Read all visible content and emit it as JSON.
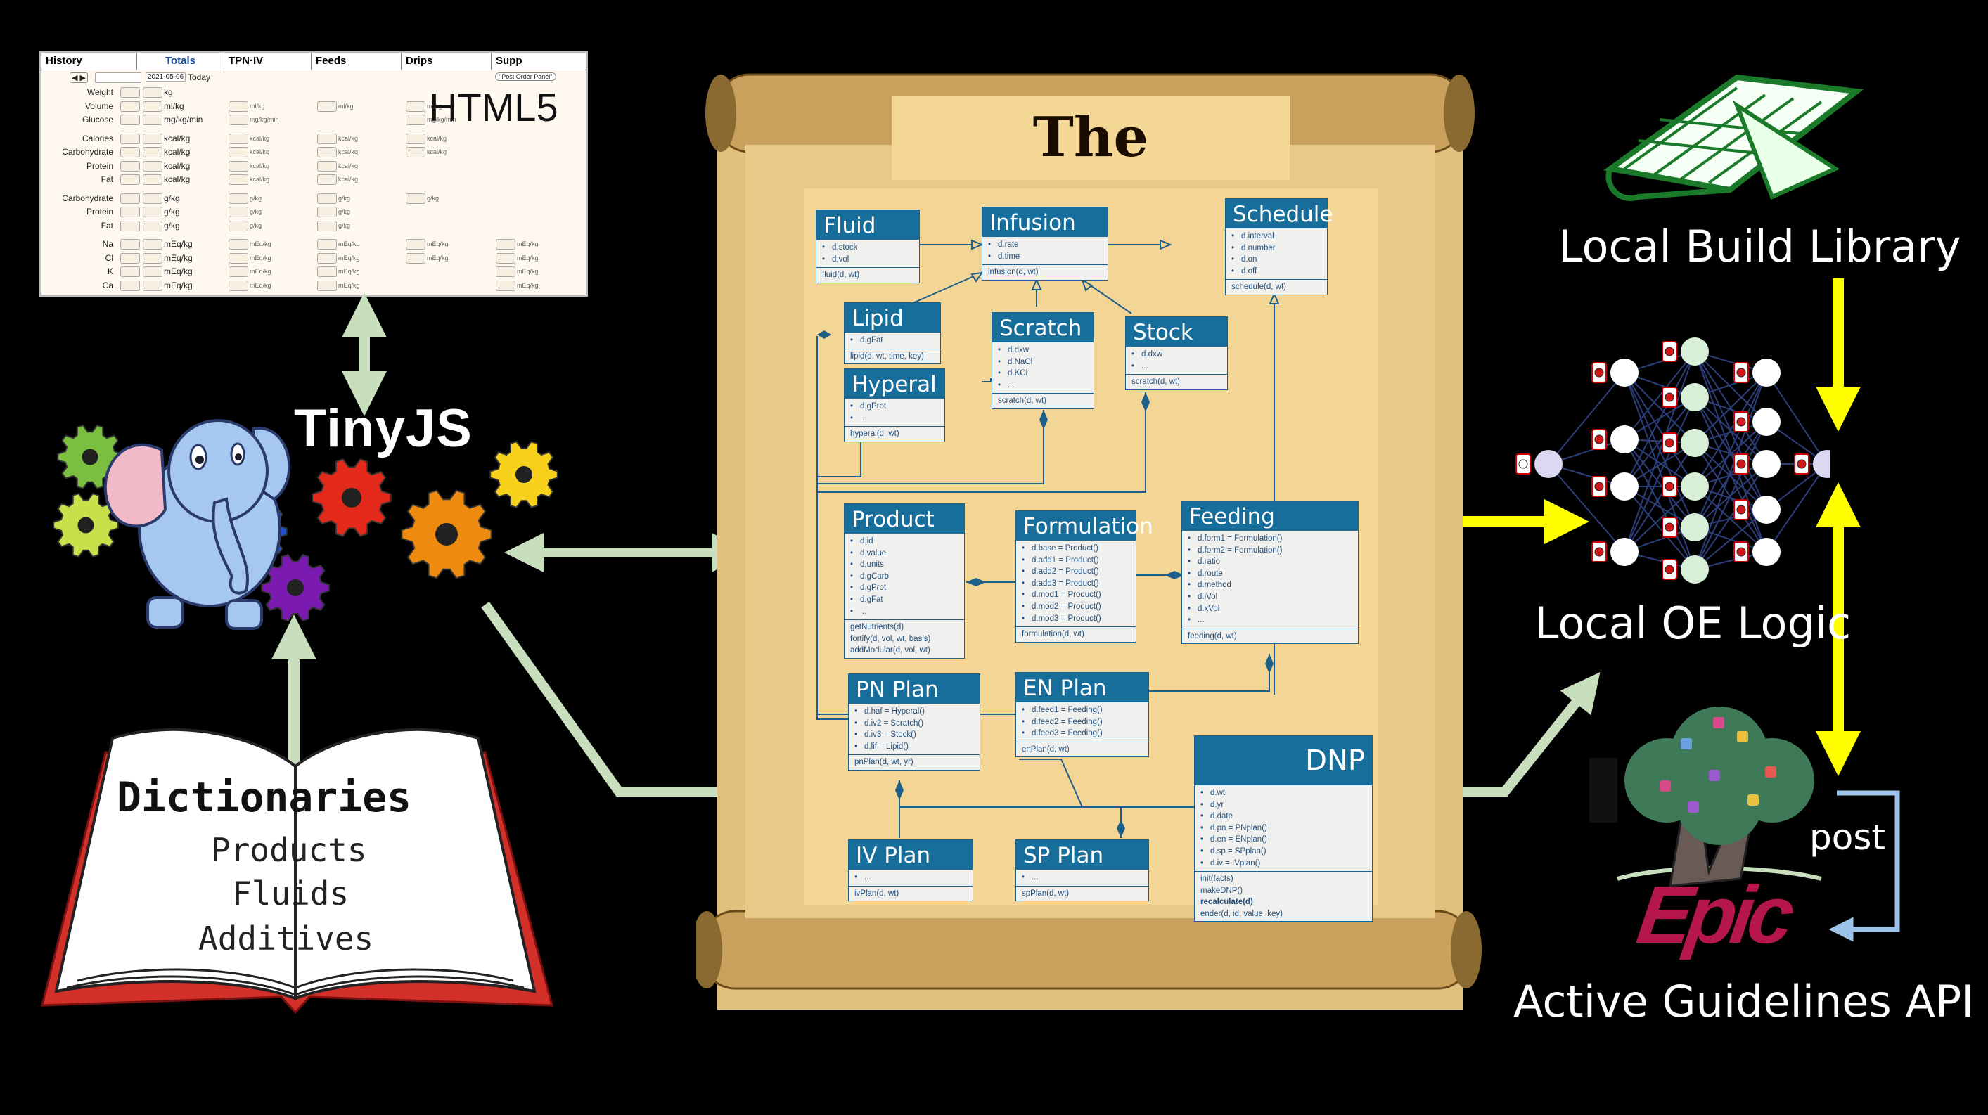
{
  "form": {
    "tabs": [
      "History",
      "Totals",
      "TPN·IV",
      "Feeds",
      "Drips",
      "Supp"
    ],
    "date": "2021-05-06",
    "today": "Today",
    "post_button": "\"Post Order Panel\"",
    "rows": [
      {
        "label": "Weight",
        "unit": "kg"
      },
      {
        "label": "Volume",
        "unit": "ml/kg",
        "tpn": "ml/kg",
        "feeds": "ml/kg",
        "drips": "ml/kg"
      },
      {
        "label": "Glucose",
        "unit": "mg/kg/min",
        "tpn": "mg/kg/min",
        "drips": "mg/kg/min"
      },
      {
        "label": "Calories",
        "unit": "kcal/kg",
        "tpn": "kcal/kg",
        "feeds": "kcal/kg",
        "drips": "kcal/kg"
      },
      {
        "label": "Carbohydrate",
        "unit": "kcal/kg",
        "tpn": "kcal/kg",
        "feeds": "kcal/kg",
        "drips": "kcal/kg"
      },
      {
        "label": "Protein",
        "unit": "kcal/kg",
        "tpn": "kcal/kg",
        "feeds": "kcal/kg"
      },
      {
        "label": "Fat",
        "unit": "kcal/kg",
        "tpn": "kcal/kg",
        "feeds": "kcal/kg"
      },
      {
        "label": "Carbohydrate",
        "unit": "g/kg",
        "tpn": "g/kg",
        "feeds": "g/kg",
        "drips": "g/kg"
      },
      {
        "label": "Protein",
        "unit": "g/kg",
        "tpn": "g/kg",
        "feeds": "g/kg"
      },
      {
        "label": "Fat",
        "unit": "g/kg",
        "tpn": "g/kg",
        "feeds": "g/kg"
      },
      {
        "label": "Na",
        "unit": "mEq/kg",
        "tpn": "mEq/kg",
        "feeds": "mEq/kg",
        "drips": "mEq/kg",
        "supp": "mEq/kg"
      },
      {
        "label": "Cl",
        "unit": "mEq/kg",
        "tpn": "mEq/kg",
        "feeds": "mEq/kg",
        "drips": "mEq/kg",
        "supp": "mEq/kg"
      },
      {
        "label": "K",
        "unit": "mEq/kg",
        "tpn": "mEq/kg",
        "feeds": "mEq/kg",
        "supp": "mEq/kg"
      },
      {
        "label": "Ca",
        "unit": "mEq/kg",
        "tpn": "mEq/kg",
        "feeds": "mEq/kg",
        "supp": "mEq/kg"
      }
    ]
  },
  "labels": {
    "html5": "HTML5",
    "tinyjs": "TinyJS",
    "algorithm_title": "The Algorithm",
    "local_build_library": "Local Build Library",
    "local_oe_logic": "Local OE Logic",
    "active_guidelines_api": "Active Guidelines API",
    "post": "post",
    "epic": "Epic"
  },
  "book": {
    "title": "Dictionaries",
    "items": [
      "Products",
      "Fluids",
      "Additives"
    ]
  },
  "classes": [
    {
      "name": "Fluid",
      "attrs": [
        "d.stock",
        "d.vol"
      ],
      "methods": [
        "fluid(d, wt)"
      ]
    },
    {
      "name": "Infusion",
      "attrs": [
        "d.rate",
        "d.time"
      ],
      "methods": [
        "infusion(d, wt)"
      ]
    },
    {
      "name": "Schedule",
      "attrs": [
        "d.interval",
        "d.number",
        "d.on",
        "d.off"
      ],
      "methods": [
        "schedule(d, wt)"
      ]
    },
    {
      "name": "Lipid",
      "attrs": [
        "d.gFat"
      ],
      "methods": [
        "lipid(d, wt, time, key)"
      ]
    },
    {
      "name": "Scratch",
      "attrs": [
        "d.dxw",
        "d.NaCl",
        "d.KCl",
        "..."
      ],
      "methods": [
        "scratch(d, wt)"
      ]
    },
    {
      "name": "Stock",
      "attrs": [
        "d.dxw",
        "..."
      ],
      "methods": [
        "scratch(d, wt)"
      ]
    },
    {
      "name": "Hyperal",
      "attrs": [
        "d.gProt",
        "..."
      ],
      "methods": [
        "hyperal(d, wt)"
      ]
    },
    {
      "name": "Product",
      "attrs": [
        "d.id",
        "d.value",
        "d.units",
        "d.gCarb",
        "d.gProt",
        "d.gFat",
        "..."
      ],
      "methods": [
        "getNutrients(d)",
        "fortify(d, vol, wt, basis)",
        "addModular(d, vol, wt)"
      ]
    },
    {
      "name": "Formulation",
      "attrs": [
        "d.base = Product()",
        "d.add1 = Product()",
        "d.add2 = Product()",
        "d.add3 = Product()",
        "d.mod1 = Product()",
        "d.mod2 = Product()",
        "d.mod3 = Product()"
      ],
      "methods": [
        "formulation(d, wt)"
      ]
    },
    {
      "name": "Feeding",
      "attrs": [
        "d.form1 = Formulation()",
        "d.form2 = Formulation()",
        "d.ratio",
        "d.route",
        "d.method",
        "d.iVol",
        "d.xVol",
        "..."
      ],
      "methods": [
        "feeding(d, wt)"
      ]
    },
    {
      "name": "PN Plan",
      "attrs": [
        "d.haf = Hyperal()",
        "d.iv2 = Scratch()",
        "d.iv3 = Stock()",
        "d.lif = Lipid()"
      ],
      "methods": [
        "pnPlan(d, wt, yr)"
      ]
    },
    {
      "name": "EN Plan",
      "attrs": [
        "d.feed1 = Feeding()",
        "d.feed2 = Feeding()",
        "d.feed3 = Feeding()"
      ],
      "methods": [
        "enPlan(d, wt)"
      ]
    },
    {
      "name": "DNP",
      "attrs": [
        "d.wt",
        "d.yr",
        "d.date",
        "d.pn = PNplan()",
        "d.en = ENplan()",
        "d.sp = SPplan()",
        "d.iv = IVplan()"
      ],
      "methods": [
        "init(facts)",
        "makeDNP()",
        "recalculate(d)",
        "ender(d, id, value, key)"
      ]
    },
    {
      "name": "IV Plan",
      "attrs": [
        "..."
      ],
      "methods": [
        "ivPlan(d, wt)"
      ]
    },
    {
      "name": "SP Plan",
      "attrs": [
        "..."
      ],
      "methods": [
        "spPlan(d, wt)"
      ]
    }
  ],
  "colors": {
    "arrow_green": "#c8dfbe",
    "arrow_yellow": "#ffff00",
    "uml_header": "#186e9a",
    "epic_red": "#b5174b",
    "api_blue": "#9ec3ea"
  }
}
